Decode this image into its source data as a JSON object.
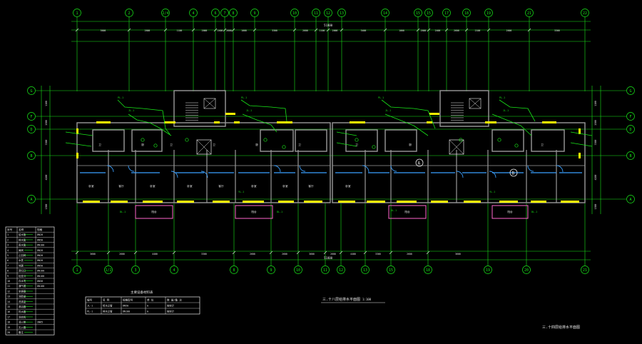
{
  "drawing": {
    "title": "三.十八层给排水平面图",
    "scale": "1:100",
    "title_right": "三.十四层给排水平面图",
    "overall_dimension_top": "51800",
    "overall_dimension_bottom": "51800"
  },
  "axes": {
    "top": [
      "1",
      "2",
      "2/4",
      "4",
      "6",
      "7",
      "8",
      "9",
      "10",
      "11",
      "12",
      "13",
      "14",
      "15",
      "15",
      "17",
      "18",
      "19",
      "21",
      "22"
    ],
    "bottom": [
      "1",
      "1/2",
      "3",
      "4",
      "8",
      "9",
      "10",
      "11",
      "12",
      "13",
      "15",
      "18",
      "19",
      "20",
      "21"
    ],
    "left_rows": [
      "G",
      "F",
      "D",
      "B",
      "A"
    ],
    "right_rows": [
      "G",
      "F",
      "D",
      "B",
      "A"
    ]
  },
  "dims": {
    "top": [
      "3600",
      "2600",
      "1100",
      "2000",
      "2400",
      "2600",
      "1000",
      "3300",
      "2600",
      "1100",
      "2000",
      "3400",
      "1000",
      "2600",
      "2400",
      "2600",
      "2100",
      "2600",
      "3300"
    ],
    "bottom": [
      "3600",
      "2600",
      "4400",
      "3300",
      "2600",
      "2600",
      "3600",
      "2600",
      "4400",
      "3300",
      "2600",
      "3600"
    ],
    "left": [
      "1100",
      "1500",
      "3300",
      "4200",
      "1500"
    ],
    "right": [
      "1100",
      "1500",
      "3300",
      "4200",
      "1500"
    ]
  },
  "rooms": {
    "row_upper": [
      "卫",
      "厨",
      "卫",
      "卫",
      "厨",
      "卫",
      "卫",
      "厨",
      "卫"
    ],
    "row_lower": [
      "卧室",
      "客厅",
      "卧室",
      "卧室",
      "客厅",
      "卧室",
      "卧室",
      "客厅",
      "卧室"
    ],
    "balcony": [
      "阳台",
      "阳台",
      "阳台",
      "阳台"
    ]
  },
  "symbols": {
    "circle_a": "A",
    "circle_b": "B"
  },
  "legend_left": {
    "headers": [
      "序号",
      "名称",
      "规格"
    ],
    "rows": [
      [
        "1",
        "给水管",
        "DN20"
      ],
      [
        "2",
        "排水管",
        "DN50"
      ],
      [
        "3",
        "雨水管",
        "DN100"
      ],
      [
        "4",
        "闸阀",
        "DN20"
      ],
      [
        "5",
        "止回阀",
        "DN20"
      ],
      [
        "6",
        "水表",
        "DN20"
      ],
      [
        "7",
        "地漏",
        "DN50"
      ],
      [
        "8",
        "清扫口",
        "DN100"
      ],
      [
        "9",
        "检查口",
        "DN100"
      ],
      [
        "10",
        "存水弯",
        "DN50"
      ],
      [
        "11",
        "通气帽",
        "DN100"
      ],
      [
        "12",
        "坐便器",
        ""
      ],
      [
        "13",
        "洗脸盆",
        ""
      ],
      [
        "14",
        "洗涤盆",
        ""
      ],
      [
        "15",
        "淋浴器",
        ""
      ],
      [
        "16",
        "热水器",
        ""
      ],
      [
        "17",
        "洗衣机",
        ""
      ],
      [
        "18",
        "消火栓",
        "SN65"
      ],
      [
        "19",
        "灭火器",
        ""
      ],
      [
        "20",
        "备注",
        ""
      ]
    ]
  },
  "legend_bottom": {
    "caption": "主要设备材料表",
    "headers": [
      "编号",
      "名 称",
      "规格型号",
      "单 位",
      "数 量/备 注"
    ],
    "rows": [
      [
        "JL-1",
        "给水立管",
        "DN50",
        "m",
        "按实计"
      ],
      [
        "PL-1",
        "排水立管",
        "DN100",
        "m",
        "按实计"
      ]
    ]
  },
  "colors": {
    "background": "#000000",
    "axis_line": "#19e619",
    "wall": "#9a9a9a",
    "window": "#ffff00",
    "door": "#3aa0ff",
    "pipe": "#19e619",
    "balcony": "#ff66cc",
    "text": "#e8e8e8"
  }
}
